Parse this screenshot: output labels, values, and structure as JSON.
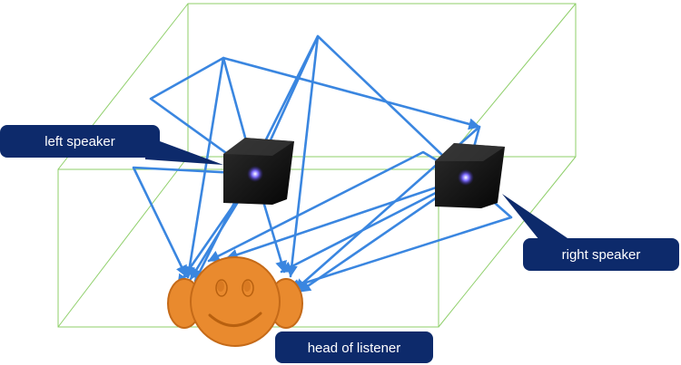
{
  "labels": {
    "left_speaker": "left speaker",
    "right_speaker": "right speaker",
    "head": "head of listener"
  },
  "colors": {
    "room_edges": "#8fcf6a",
    "ray": "#3a86e0",
    "callout": "#0d2a6b",
    "speaker_body": "#151515",
    "speaker_source": "#6b55ff",
    "head_fill": "#e98a2e",
    "head_stroke": "#c56a18"
  },
  "icons": {
    "speaker": "speaker-icon",
    "head": "smiley-face-icon"
  }
}
